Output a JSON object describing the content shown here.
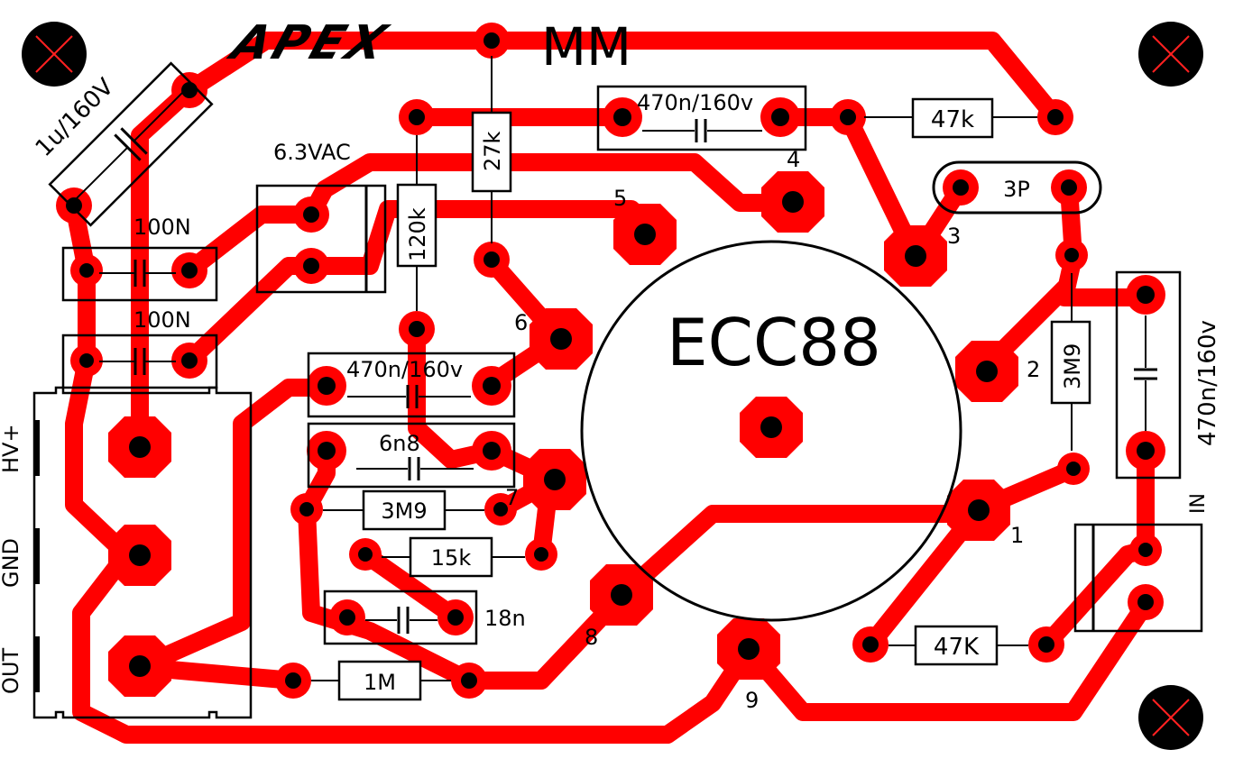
{
  "brand": "APEX",
  "subtitle": "MM",
  "tube": "ECC88",
  "supply_label": "6.3VAC",
  "connectors": {
    "power": {
      "hv": "HV+",
      "gnd": "GND",
      "out": "OUT"
    },
    "input": "IN"
  },
  "components": {
    "c_1u": "1u/160V",
    "c_100n_a": "100N",
    "c_100n_b": "100N",
    "r_27k": "27k",
    "r_120k": "120k",
    "c_470n_top": "470n/160v",
    "r_47k_top": "47k",
    "c_3p": "3P",
    "c_470n_mid": "470n/160v",
    "c_6n8": "6n8",
    "r_3m9_mid": "3M9",
    "r_15k": "15k",
    "c_18n": "18n",
    "r_1m": "1M",
    "r_3m9_right": "3M9",
    "c_470n_right": "470n/160v",
    "r_47K_bottom": "47K"
  },
  "pins": [
    "1",
    "2",
    "3",
    "4",
    "5",
    "6",
    "7",
    "8",
    "9"
  ],
  "colors": {
    "copper": "#ff0000",
    "silkscreen": "#000000",
    "board": "#ffffff"
  }
}
